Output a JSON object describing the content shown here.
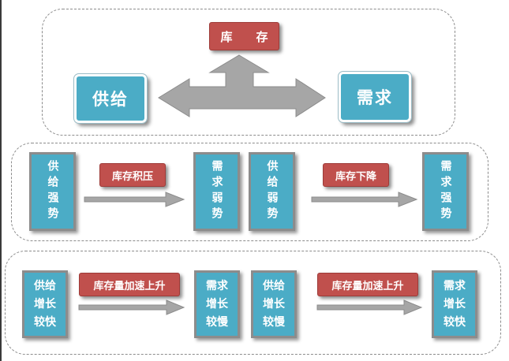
{
  "top": {
    "inventory_label": "库　　存",
    "supply_label": "供给",
    "demand_label": "需求"
  },
  "row1": {
    "left": {
      "supply_label": "供给强势",
      "arrow_label": "库存积压",
      "demand_label": "需求弱势"
    },
    "right": {
      "supply_label": "供给弱势",
      "arrow_label": "库存下降",
      "demand_label": "需求强势"
    }
  },
  "row2": {
    "left": {
      "supply_lines": [
        "供给",
        "增长",
        "较快"
      ],
      "arrow_label": "库存量加速上升",
      "demand_lines": [
        "需求",
        "增长",
        "较慢"
      ]
    },
    "right": {
      "supply_lines": [
        "供给",
        "增长",
        "较慢"
      ],
      "arrow_label": "库存量加速上升",
      "demand_lines": [
        "需求",
        "增长",
        "较快"
      ]
    }
  },
  "colors": {
    "box_blue": "#4bacc6",
    "label_red": "#c0504d",
    "arrow_gray": "#a6a6a6"
  }
}
